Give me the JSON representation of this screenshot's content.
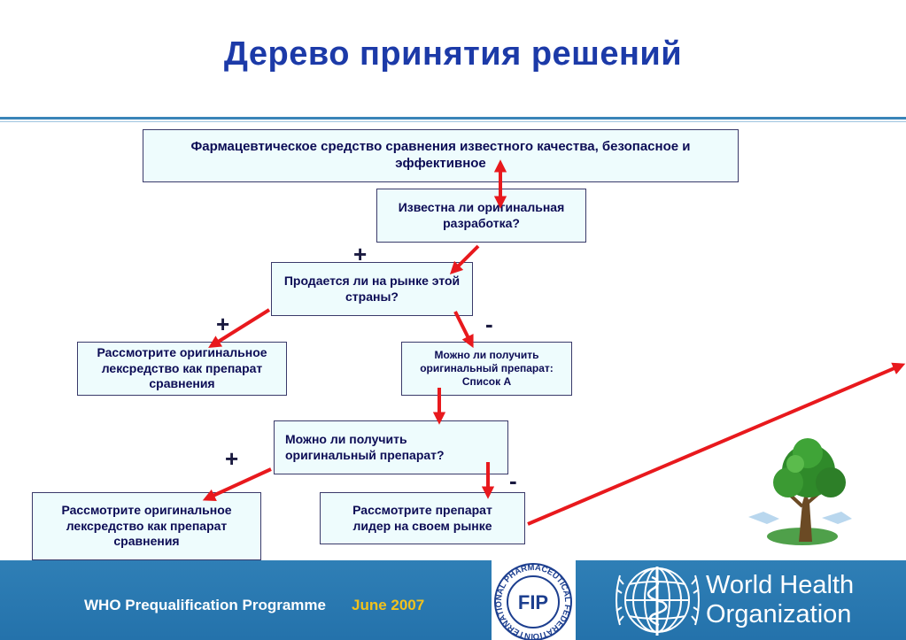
{
  "title": "Дерево принятия решений",
  "boxes": {
    "top": "Фармацевтическое средство сравнения известного качества, безопасное и эффективное",
    "known": "Известна ли оригинальная разработка?",
    "market": "Продается ли на рынке этой страны?",
    "consider_original": "Рассмотрите оригинальное лексредство как препарат сравнения",
    "list_a": "Можно ли получить оригинальный препарат: Список А",
    "obtain": "Можно ли получить оригинальный препарат?",
    "consider_original2": "Рассмотрите оригинальное лексредство как препарат сравнения",
    "leader": "Рассмотрите препарат лидер на своем рынке"
  },
  "signs": {
    "plus": "+",
    "minus": "-"
  },
  "footer": {
    "programme": "WHO Prequalification Programme",
    "date": "June 2007",
    "org_line1": "World Health",
    "org_line2": "Organization",
    "fip_label": "FIP",
    "fip_ring": "INTERNATIONAL PHARMACEUTICAL FEDERATION"
  },
  "colors": {
    "title": "#1c3aa8",
    "arrow": "#e8191d",
    "box_fill": "#eefcfd",
    "footer_bg": "#2f7fb6",
    "date": "#f2c21c"
  }
}
